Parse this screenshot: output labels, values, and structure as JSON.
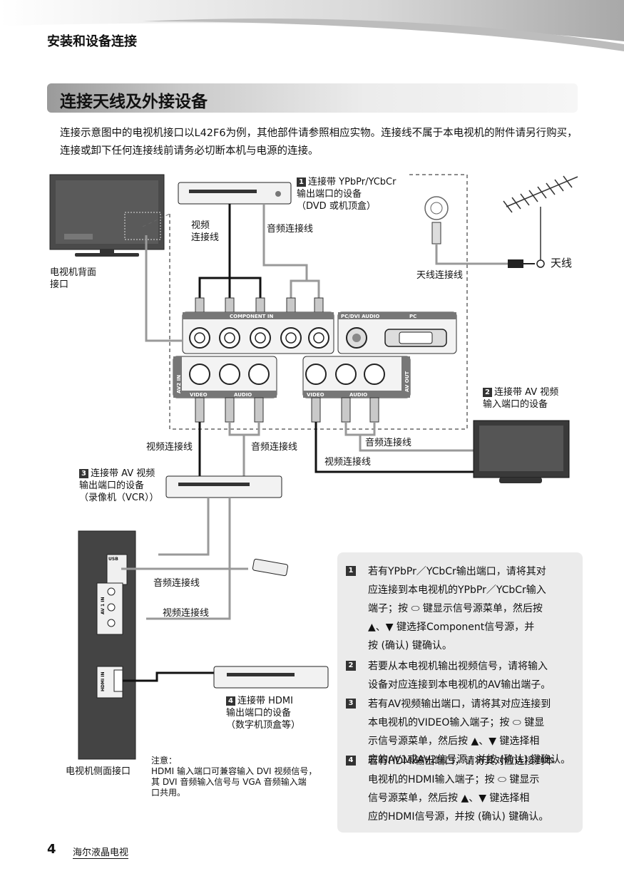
{
  "header": {
    "section_title": "安装和设备连接"
  },
  "page_title": "连接天线及外接设备",
  "intro": "连接示意图中的电视机接口以L42F6为例，其他部件请参照相应实物。连接线不属于本电视机的附件请另行购买，连接或卸下任何连接线前请务必切断本机与电源的连接。",
  "diagram": {
    "tv_back_label": [
      "电视机背面",
      "接口"
    ],
    "device1": {
      "num": "1",
      "lines": [
        "连接带 YPbPr/YCbCr",
        "输出端口的设备",
        "（DVD 或机顶盒）"
      ]
    },
    "video_cable_top": [
      "视频",
      "连接线"
    ],
    "audio_cable_top": "音频连接线",
    "antenna_cable": "天线连接线",
    "antenna_label": "天线",
    "panel": {
      "component_in": "COMPONENT IN",
      "pc_dvi_audio": "PC/DVI  AUDIO",
      "pc": "PC",
      "av2_in": "AV2 IN",
      "av_out": "AV OUT",
      "video": "VIDEO",
      "audio": "AUDIO",
      "usb": "USB",
      "av1_in": "AV 1 IN",
      "hdmi_in": "HDMI IN"
    },
    "device2": {
      "num": "2",
      "lines": [
        "连接带 AV 视频",
        "输入端口的设备"
      ]
    },
    "video_cable_left": "视频连接线",
    "audio_cable_mid": "音频连接线",
    "audio_cable_right": "音频连接线",
    "video_cable_right": "视频连接线",
    "device3": {
      "num": "3",
      "lines": [
        "连接带 AV 视频",
        "输出端口的设备",
        "（录像机（VCR））"
      ]
    },
    "audio_cable_side": "音频连接线",
    "video_cable_side": "视频连接线",
    "device4": {
      "num": "4",
      "lines": [
        "连接带 HDMI",
        "输出端口的设备",
        "（数字机顶盒等）"
      ]
    },
    "tv_side_label": "电视机侧面接口",
    "note_title": "注意：",
    "note_lines": [
      "HDMI 输入端口可兼容输入 DVI 视频信号，",
      "其 DVI 音频输入信号与 VGA 音频输入端",
      "口共用。"
    ]
  },
  "notes": [
    {
      "num": "1",
      "lines": [
        "若有YPbPr／YCbCr输出端口，请将其对",
        "应连接到本电视机的YPbPr／YCbCr输入",
        "端子；按 ⬭ 键显示信号源菜单，然后按",
        "▲、▼ 键选择Component信号源，并",
        "按 (确认) 键确认。"
      ]
    },
    {
      "num": "2",
      "lines": [
        "若要从本电视机输出视频信号，请将输入",
        "设备对应连接到本电视机的AV输出端子。"
      ]
    },
    {
      "num": "3",
      "lines": [
        "若有AV视频输出端口，请将其对应连接到",
        "本电视机的VIDEO输入端子；按 ⬭ 键显",
        "示信号源菜单，然后按 ▲、▼ 键选择相",
        "应的AV1或AV2信号源，并按 (确认) 键确认。"
      ]
    },
    {
      "num": "4",
      "lines": [
        "若有HDMI输出端口，请将其对应连接到本",
        "电视机的HDMI输入端子；按 ⬭ 键显示",
        "信号源菜单，然后按 ▲、▼ 键选择相",
        "应的HDMI信号源，并按 (确认) 键确认。"
      ]
    }
  ],
  "footer": {
    "page_number": "4",
    "brand": "海尔液晶电视"
  }
}
